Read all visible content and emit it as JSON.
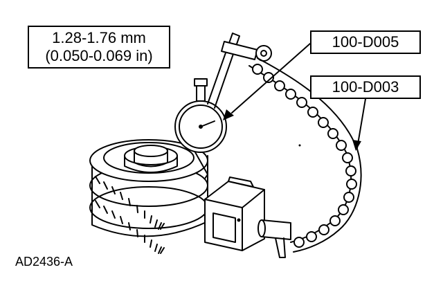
{
  "spec": {
    "metric": "1.28-1.76 mm",
    "imperial": "(0.050-0.069 in)"
  },
  "tools": {
    "dial_indicator": "100-D005",
    "magnetic_base": "100-D003"
  },
  "figure_id": "AD2436-A"
}
